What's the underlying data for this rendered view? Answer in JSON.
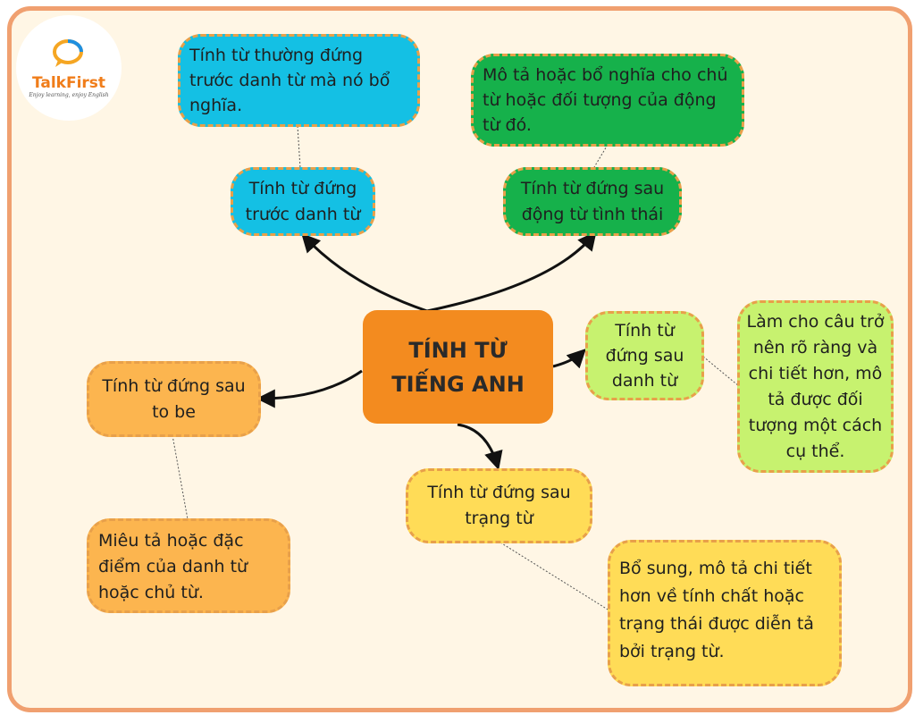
{
  "logo": {
    "name": "TalkFirst",
    "tagline": "Enjoy learning, enjoy English"
  },
  "center": {
    "line1": "TÍNH TỪ",
    "line2": "TIẾNG ANH"
  },
  "branches": {
    "before_noun": {
      "title": [
        "Tính từ đứng",
        "trước danh từ"
      ],
      "note": [
        "Tính từ thường đứng",
        "trước danh từ mà nó bổ",
        "nghĩa."
      ]
    },
    "after_modal_verb": {
      "title": [
        "Tính từ đứng sau",
        "động từ tình thái"
      ],
      "note": [
        "Mô tả hoặc bổ nghĩa cho chủ",
        "từ hoặc đối tượng của động",
        "từ đó."
      ]
    },
    "after_noun": {
      "title": [
        "Tính từ",
        "đứng sau",
        "danh từ"
      ],
      "note": [
        "Làm cho câu trở",
        "nên rõ ràng và",
        "chi tiết hơn, mô",
        "tả được đối",
        "tượng một cách",
        "cụ thể."
      ]
    },
    "after_to_be": {
      "title": [
        "Tính từ đứng sau",
        "to be"
      ],
      "note": [
        "Miêu tả hoặc đặc",
        "điểm của danh từ",
        "hoặc chủ từ."
      ]
    },
    "after_adverb": {
      "title": [
        "Tính từ đứng sau",
        "trạng từ"
      ],
      "note": [
        "Bổ sung, mô tả chi tiết",
        "hơn về tính chất hoặc",
        "trạng thái được diễn tả",
        "bởi trạng từ."
      ]
    }
  },
  "colors": {
    "background": "#fff6e5",
    "frame": "#f0a070",
    "center": "#f38b1f",
    "blue": "#14c0e4",
    "green": "#16b14b",
    "lime": "#c7f26f",
    "orange": "#fcb54f",
    "yellow": "#ffdc57",
    "dashed_border": "#e8a04a"
  }
}
